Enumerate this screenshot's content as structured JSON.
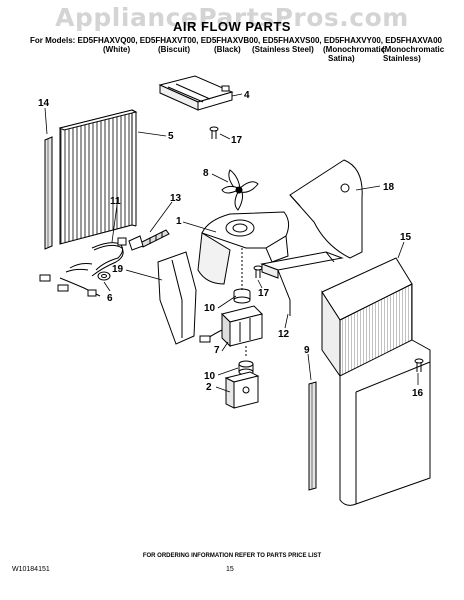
{
  "watermark": "AppliancePartsPros.com",
  "title": "AIR FLOW PARTS",
  "models_line": "For Models: ED5FHAXVQ00, ED5FHAXVT00, ED5FHAXVB00, ED5FHAXVS00, ED5FHAXVY00, ED5FHAXVA00",
  "variants": [
    "(White)",
    "(Biscuit)",
    "(Black)",
    "(Stainless Steel)",
    "(Monochromatic",
    "(Monochromatic"
  ],
  "variants_line2": [
    "Satina)",
    "Stainless)"
  ],
  "callouts": [
    "1",
    "2",
    "4",
    "5",
    "6",
    "7",
    "8",
    "9",
    "10",
    "10",
    "11",
    "12",
    "13",
    "14",
    "15",
    "16",
    "17",
    "17",
    "18",
    "19"
  ],
  "footer": {
    "order_info": "FOR ORDERING INFORMATION REFER TO PARTS PRICE LIST",
    "doc_id": "W10184151",
    "page_number": "15"
  }
}
